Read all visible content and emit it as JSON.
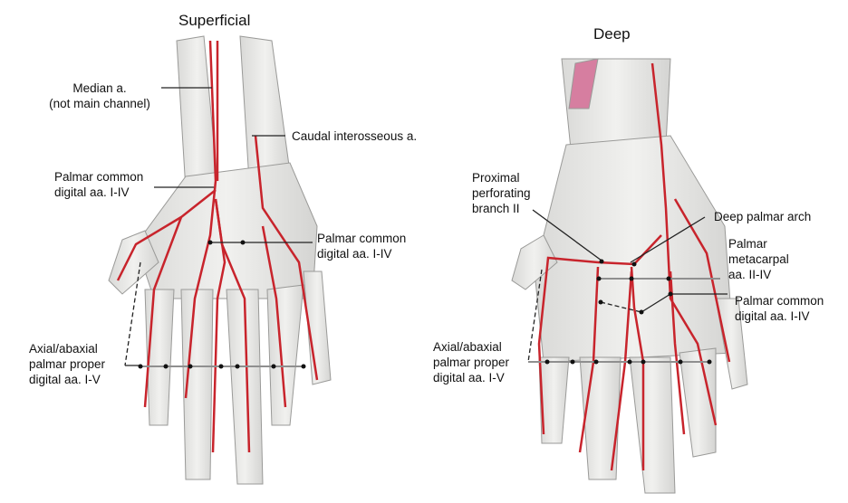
{
  "titles": {
    "superficial": "Superficial",
    "deep": "Deep"
  },
  "superficial_labels": {
    "median": "Median a.\n(not main channel)",
    "caudal_interosseous": "Caudal interosseous a.",
    "palmar_common_upper": "Palmar common\ndigital aa. I-IV",
    "palmar_common_lower": "Palmar common\ndigital aa. I-IV",
    "axial_abaxial": "Axial/abaxial\npalmar proper\ndigital aa. I-V"
  },
  "deep_labels": {
    "proximal_perforating": "Proximal\nperforating\nbranch II",
    "deep_palmar_arch": "Deep palmar arch",
    "palmar_metacarpal": "Palmar\nmetacarpal\naa. II-IV",
    "palmar_common": "Palmar common\ndigital aa. I-IV",
    "axial_abaxial": "Axial/abaxial\npalmar proper\ndigital aa. I-V"
  },
  "colors": {
    "artery": "#c8242c",
    "tissue": "#e6e6e4",
    "outline": "#9a9a98",
    "leader": "#222222",
    "bar": "#8f8f8f"
  }
}
